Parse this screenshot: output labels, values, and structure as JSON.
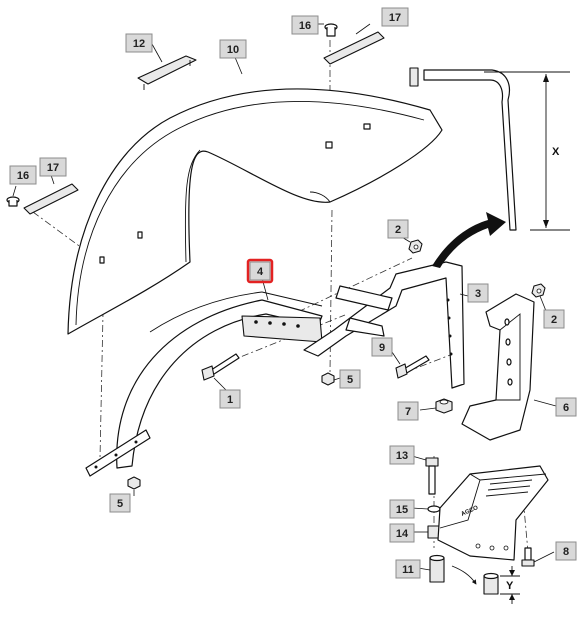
{
  "callouts": {
    "c1": "1",
    "c2a": "2",
    "c2b": "2",
    "c3": "3",
    "c4": "4",
    "c5a": "5",
    "c5b": "5",
    "c6": "6",
    "c7": "7",
    "c8": "8",
    "c9": "9",
    "c10": "10",
    "c11": "11",
    "c12": "12",
    "c13": "13",
    "c14": "14",
    "c15": "15",
    "c16a": "16",
    "c16b": "16",
    "c17a": "17",
    "c17b": "17"
  },
  "dimensions": {
    "x_label": "X",
    "y_label": "Y"
  },
  "highlight": {
    "color": "#e32222"
  },
  "stamp_text": "AGCO"
}
